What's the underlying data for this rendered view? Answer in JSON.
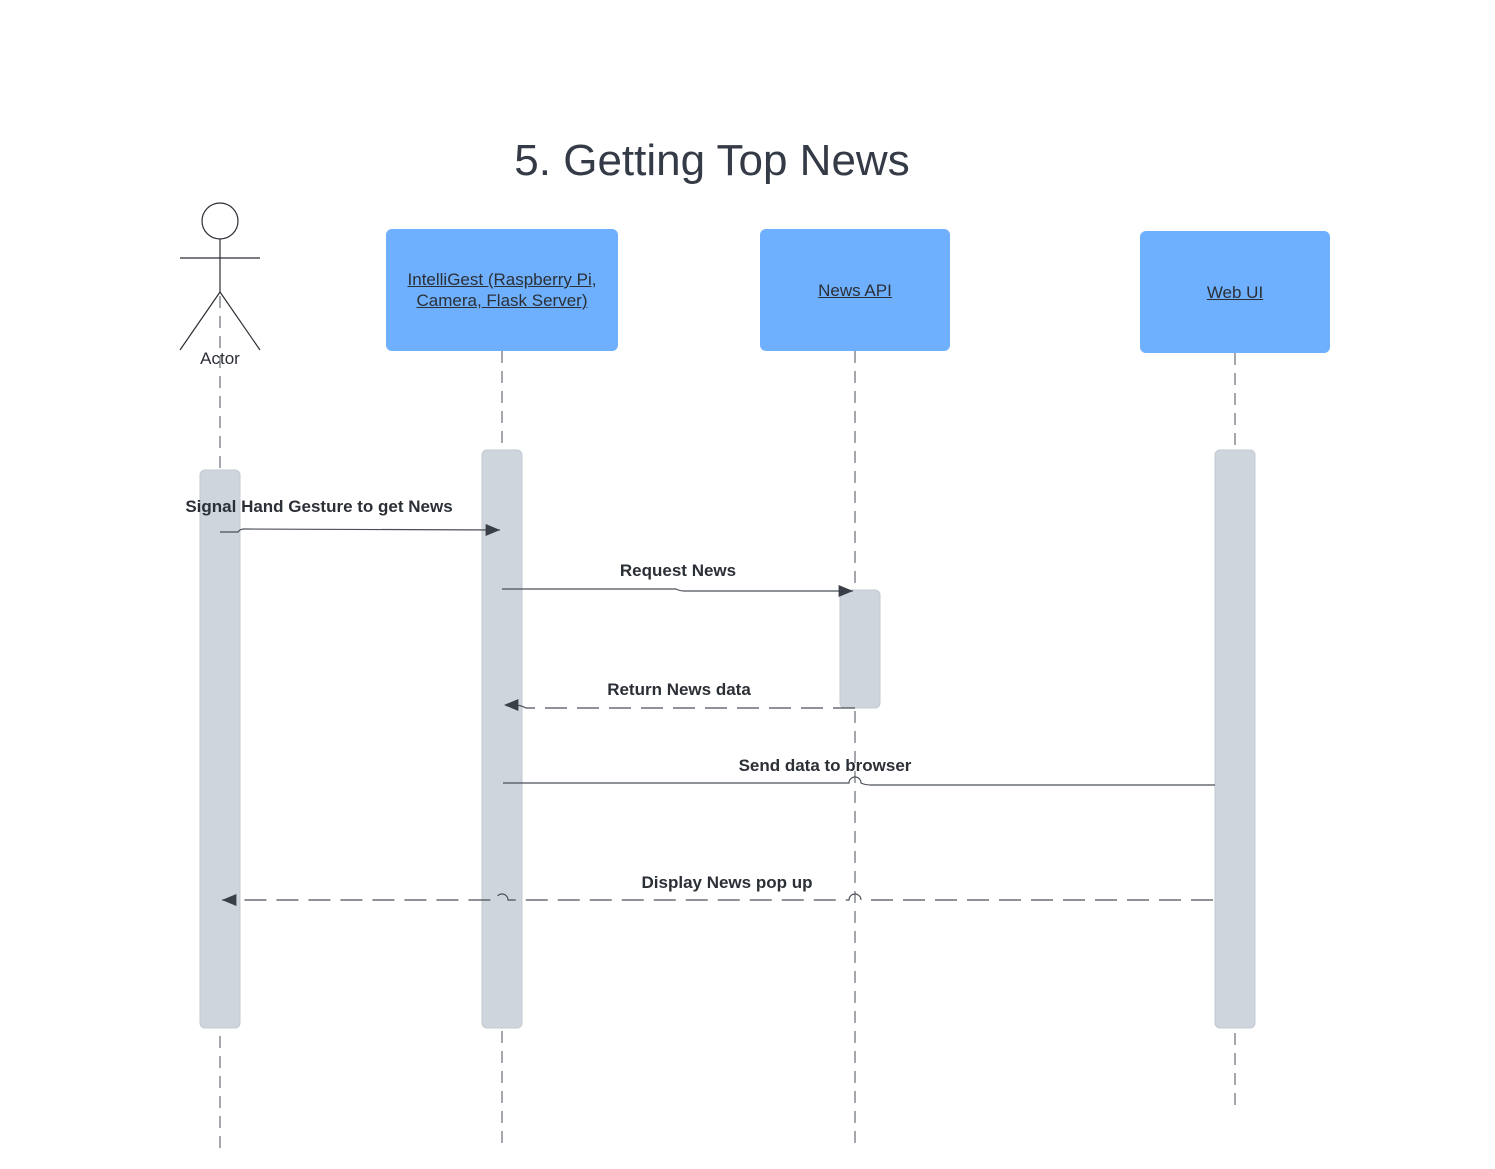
{
  "title": "5. Getting Top News",
  "actor": {
    "label": "Actor"
  },
  "participants": [
    {
      "id": "intelligest",
      "label_line1": "IntelliGest  (Raspberry Pi,",
      "label_line2": "Camera, Flask Server)"
    },
    {
      "id": "newsapi",
      "label": "News API"
    },
    {
      "id": "webui",
      "label": "Web UI"
    }
  ],
  "messages": [
    {
      "from": "Actor",
      "to": "IntelliGest",
      "label": "Signal Hand Gesture to get News",
      "style": "solid"
    },
    {
      "from": "IntelliGest",
      "to": "News API",
      "label": "Request News",
      "style": "solid"
    },
    {
      "from": "News API",
      "to": "IntelliGest",
      "label": "Return News data",
      "style": "dashed"
    },
    {
      "from": "IntelliGest",
      "to": "Web UI",
      "label": "Send data to browser",
      "style": "solid"
    },
    {
      "from": "Web UI",
      "to": "Actor",
      "label": "Display News pop up",
      "style": "dashed"
    }
  ],
  "colors": {
    "participant_fill": "#6eb0fd",
    "activation_fill": "#cfd5dd",
    "line": "#4a4f57",
    "text": "#2b2f36",
    "title": "#343a46"
  }
}
